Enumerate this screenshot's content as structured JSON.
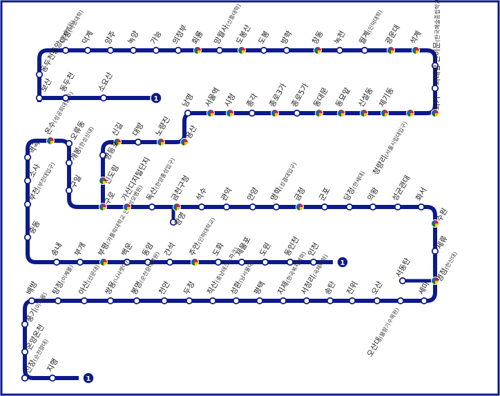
{
  "map": {
    "line_number": "1",
    "line_color": "#0d1a8a",
    "frame_color": "#0d1a8a",
    "transfer_colors": [
      "#e02020",
      "#f7c600",
      "#0e7a3a",
      "#1a5cc8"
    ]
  },
  "stations": [
    {
      "name": "덕정",
      "sub": "서정대학",
      "transfer": false
    },
    {
      "name": "덕계",
      "sub": "",
      "transfer": false
    },
    {
      "name": "양주",
      "sub": "",
      "transfer": false
    },
    {
      "name": "녹양",
      "sub": "",
      "transfer": false
    },
    {
      "name": "가능",
      "sub": "",
      "transfer": false
    },
    {
      "name": "의정부",
      "sub": "",
      "transfer": false
    },
    {
      "name": "회룡",
      "sub": "",
      "transfer": true
    },
    {
      "name": "망월사",
      "sub": "신흥대학",
      "transfer": false
    },
    {
      "name": "도봉산",
      "sub": "",
      "transfer": true
    },
    {
      "name": "도봉",
      "sub": "",
      "transfer": false
    },
    {
      "name": "방학",
      "sub": "",
      "transfer": false
    },
    {
      "name": "창동",
      "sub": "",
      "transfer": true
    },
    {
      "name": "녹천",
      "sub": "",
      "transfer": false
    },
    {
      "name": "월계",
      "sub": "인덕대학",
      "transfer": false
    },
    {
      "name": "광운대",
      "sub": "",
      "transfer": true
    },
    {
      "name": "석계",
      "sub": "",
      "transfer": true
    },
    {
      "name": "신이문",
      "sub": "한국예술종합학교",
      "transfer": false
    },
    {
      "name": "외대앞",
      "sub": "",
      "transfer": false
    },
    {
      "name": "회기",
      "sub": "",
      "transfer": true
    },
    {
      "name": "청량리",
      "sub": "서울시립대입구",
      "transfer": true
    },
    {
      "name": "제기동",
      "sub": "",
      "transfer": true
    },
    {
      "name": "신설동",
      "sub": "",
      "transfer": true
    },
    {
      "name": "동묘앞",
      "sub": "",
      "transfer": true
    },
    {
      "name": "동대문",
      "sub": "",
      "transfer": true
    },
    {
      "name": "종로5가",
      "sub": "",
      "transfer": false
    },
    {
      "name": "종로3가",
      "sub": "",
      "transfer": true
    },
    {
      "name": "종각",
      "sub": "",
      "transfer": false
    },
    {
      "name": "시청",
      "sub": "",
      "transfer": true
    },
    {
      "name": "서울역",
      "sub": "",
      "transfer": true
    },
    {
      "name": "남영",
      "sub": "",
      "transfer": false
    },
    {
      "name": "용산",
      "sub": "",
      "transfer": true
    },
    {
      "name": "노량진",
      "sub": "",
      "transfer": true
    },
    {
      "name": "대방",
      "sub": "",
      "transfer": false
    },
    {
      "name": "신길",
      "sub": "",
      "transfer": true
    },
    {
      "name": "영등포",
      "sub": "",
      "transfer": false
    },
    {
      "name": "신도림",
      "sub": "",
      "transfer": true
    },
    {
      "name": "구로",
      "sub": "",
      "transfer": true
    },
    {
      "name": "구일",
      "sub": "",
      "transfer": false
    },
    {
      "name": "개봉",
      "sub": "한성신대",
      "transfer": false
    },
    {
      "name": "오류동",
      "sub": "",
      "transfer": false
    },
    {
      "name": "온수",
      "sub": "성공회대입구",
      "transfer": true
    },
    {
      "name": "역곡",
      "sub": "",
      "transfer": false
    },
    {
      "name": "소사",
      "sub": "",
      "transfer": false
    },
    {
      "name": "부천",
      "sub": "부천대입구",
      "transfer": false
    },
    {
      "name": "중동",
      "sub": "",
      "transfer": false
    },
    {
      "name": "송내",
      "sub": "",
      "transfer": false
    },
    {
      "name": "부개",
      "sub": "",
      "transfer": false
    },
    {
      "name": "부평",
      "sub": "가톨릭대학교 인천성모병원",
      "transfer": true
    },
    {
      "name": "백운",
      "sub": "",
      "transfer": false
    },
    {
      "name": "동암",
      "sub": "",
      "transfer": false
    },
    {
      "name": "간석",
      "sub": "",
      "transfer": false
    },
    {
      "name": "주안",
      "sub": "인하대학교",
      "transfer": true
    },
    {
      "name": "도화",
      "sub": "",
      "transfer": false
    },
    {
      "name": "제물포",
      "sub": "",
      "transfer": false
    },
    {
      "name": "도원",
      "sub": "",
      "transfer": false
    },
    {
      "name": "동인천",
      "sub": "",
      "transfer": false
    },
    {
      "name": "인천",
      "sub": "",
      "transfer": false
    },
    {
      "name": "가산디지털단지",
      "sub": "",
      "transfer": true
    },
    {
      "name": "독산",
      "sub": "한양홍성입구",
      "transfer": false
    },
    {
      "name": "금천구청",
      "sub": "",
      "transfer": true
    },
    {
      "name": "광명",
      "sub": "",
      "transfer": false
    },
    {
      "name": "석수",
      "sub": "",
      "transfer": false
    },
    {
      "name": "관악",
      "sub": "",
      "transfer": false
    },
    {
      "name": "안양",
      "sub": "",
      "transfer": false
    },
    {
      "name": "명학",
      "sub": "성결대입구",
      "transfer": false
    },
    {
      "name": "금정",
      "sub": "",
      "transfer": true
    },
    {
      "name": "군포",
      "sub": "",
      "transfer": false
    },
    {
      "name": "당정",
      "sub": "한세대",
      "transfer": false
    },
    {
      "name": "의왕",
      "sub": "",
      "transfer": false
    },
    {
      "name": "성균관대",
      "sub": "",
      "transfer": false
    },
    {
      "name": "화서",
      "sub": "",
      "transfer": false
    },
    {
      "name": "수원",
      "sub": "",
      "transfer": true
    },
    {
      "name": "세류",
      "sub": "",
      "transfer": false
    },
    {
      "name": "병점",
      "sub": "한신대",
      "transfer": true
    },
    {
      "name": "서동탄",
      "sub": "",
      "transfer": false
    },
    {
      "name": "세마",
      "sub": "",
      "transfer": false
    },
    {
      "name": "오산대",
      "sub": "물향기수목원",
      "transfer": false
    },
    {
      "name": "오산",
      "sub": "",
      "transfer": false
    },
    {
      "name": "진위",
      "sub": "",
      "transfer": false
    },
    {
      "name": "송탄",
      "sub": "",
      "transfer": false
    },
    {
      "name": "서정리",
      "sub": "국제대학",
      "transfer": false
    },
    {
      "name": "지제",
      "sub": "한국복지대학",
      "transfer": false
    },
    {
      "name": "평택",
      "sub": "",
      "transfer": false
    },
    {
      "name": "성환",
      "sub": "남서울대",
      "transfer": false
    },
    {
      "name": "직산",
      "sub": "충남테크노파크",
      "transfer": false
    },
    {
      "name": "두정",
      "sub": "",
      "transfer": false
    },
    {
      "name": "천안",
      "sub": "",
      "transfer": false
    },
    {
      "name": "봉명",
      "sub": "순천향대병원",
      "transfer": false
    },
    {
      "name": "쌍용",
      "sub": "나사렛대",
      "transfer": false
    },
    {
      "name": "아산",
      "sub": "선문대",
      "transfer": false
    },
    {
      "name": "탕정",
      "sub": "이케몰",
      "transfer": false
    },
    {
      "name": "배방",
      "sub": "",
      "transfer": false
    },
    {
      "name": "풍기",
      "sub": "이케몰",
      "transfer": false
    },
    {
      "name": "온양온천",
      "sub": "",
      "transfer": false
    },
    {
      "name": "신창",
      "sub": "순천향대",
      "transfer": false
    },
    {
      "name": "지행",
      "sub": "",
      "transfer": false
    },
    {
      "name": "동두천중앙",
      "sub": "한센병원",
      "transfer": false
    },
    {
      "name": "보산",
      "sub": "",
      "transfer": false
    },
    {
      "name": "동두천",
      "sub": "",
      "transfer": false
    },
    {
      "name": "소요산",
      "sub": "",
      "transfer": false
    }
  ]
}
